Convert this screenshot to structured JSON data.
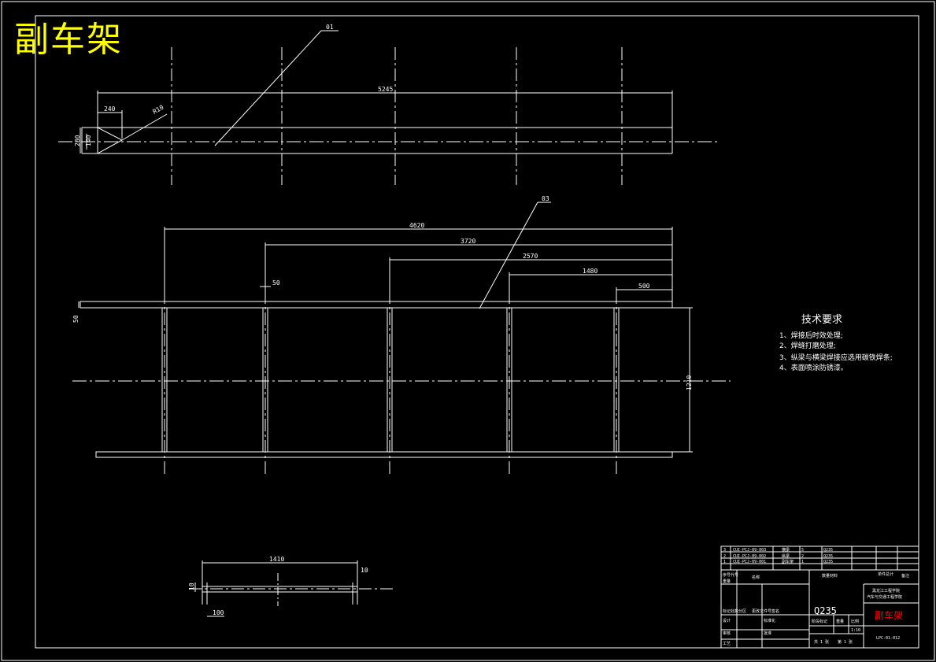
{
  "header": {
    "title": "副车架"
  },
  "labels": {
    "part_01": "01",
    "part_03": "03",
    "top_length": "5245",
    "top_chamfer": "240",
    "top_radius": "R10",
    "top_h_outer": "280",
    "top_h_inner": "140",
    "front_4620": "4620",
    "front_3720": "3720",
    "front_2570": "2570",
    "front_1480": "1480",
    "front_500": "500",
    "front_50_top": "50",
    "front_50_left": "50",
    "front_1210": "1210",
    "sect_1410": "1410",
    "sect_10_right": "10",
    "sect_10_left": "10",
    "sect_100": "100"
  },
  "tech": {
    "title": "技术要求",
    "items": [
      "1、焊接后时效处理;",
      "2、焊缝打磨处理;",
      "3、纵梁与横梁焊接应选用碳铁焊条;",
      "4、表面喷涂防锈漆。"
    ]
  },
  "bom": [
    {
      "no": "3",
      "code": "CUI-PCJ-09-003",
      "name": "横梁",
      "qty": "5",
      "mat": "Q235"
    },
    {
      "no": "2",
      "code": "CUI-PCJ-09-002",
      "name": "纵梁",
      "qty": "2",
      "mat": "Q235"
    },
    {
      "no": "1",
      "code": "CUI-PCJ-09-001",
      "name": "副车架",
      "qty": "1",
      "mat": "Q235"
    }
  ],
  "titleblock": {
    "h_no": "序号代号",
    "h_name": "名称",
    "h_qty": "数量材料",
    "h_unit": "单件总计",
    "h_note": "备注",
    "r_weight": "重量",
    "r_design": "设计",
    "r_std": "标准化",
    "r_marks": "标记处数分区",
    "r_sign": "更改文件号签名",
    "r_review": "审核",
    "r_craft": "工艺",
    "r_approve": "批准",
    "material": "Q235",
    "school": "黑龙江工程学院",
    "dept": "汽车与交通工程学院",
    "drawing_name": "副车架",
    "stage": "阶段标记",
    "weight_col": "重量",
    "scale_col": "比例",
    "scale": "1:10",
    "sheets": "共 1 张",
    "sheet": "第 1 张",
    "drawing_no": "LPC-01-012"
  },
  "colors": {
    "line": "#ffffff",
    "title": "#ffff00",
    "red": "#ff0000",
    "bg": "#000000"
  }
}
